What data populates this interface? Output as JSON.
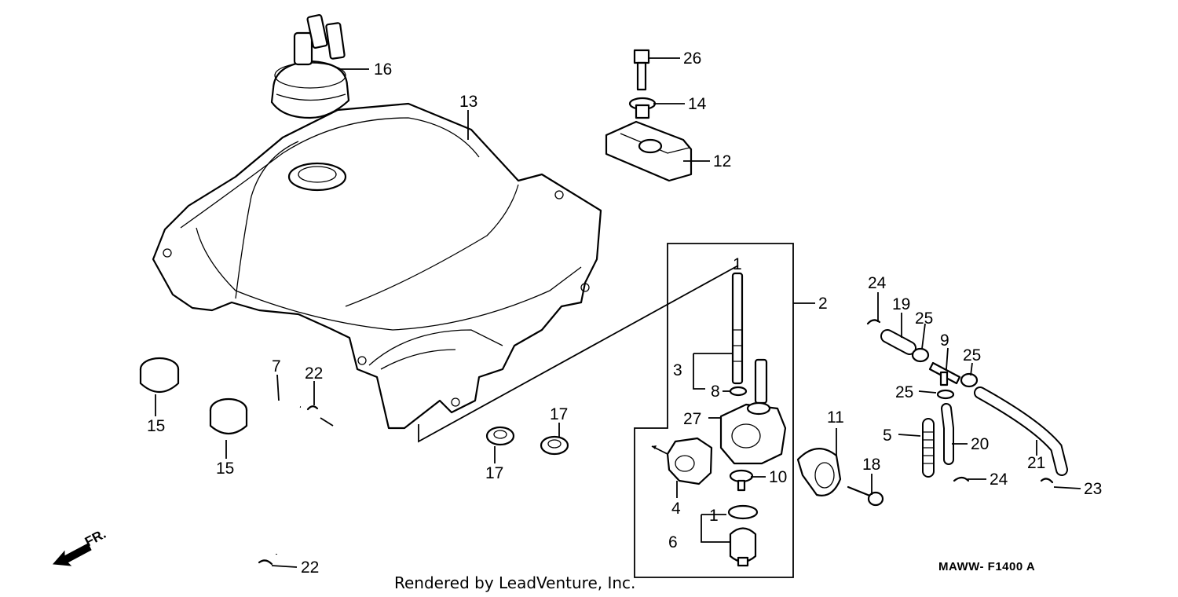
{
  "diagram": {
    "code": "MAWW- F1400 A",
    "credit": "Rendered by LeadVenture, Inc.",
    "direction_label": "FR.",
    "callouts": {
      "c1a": "1",
      "c1b": "1",
      "c2": "2",
      "c3": "3",
      "c4": "4",
      "c5": "5",
      "c6": "6",
      "c7": "7",
      "c8": "8",
      "c9": "9",
      "c10": "10",
      "c11": "11",
      "c12": "12",
      "c13": "13",
      "c14": "14",
      "c15a": "15",
      "c15b": "15",
      "c16": "16",
      "c17a": "17",
      "c17b": "17",
      "c18": "18",
      "c19": "19",
      "c20": "20",
      "c21": "21",
      "c22a": "22",
      "c22b": "22",
      "c23": "23",
      "c24a": "24",
      "c24b": "24",
      "c25a": "25",
      "c25b": "25",
      "c25c": "25",
      "c26": "26",
      "c27": "27"
    }
  }
}
